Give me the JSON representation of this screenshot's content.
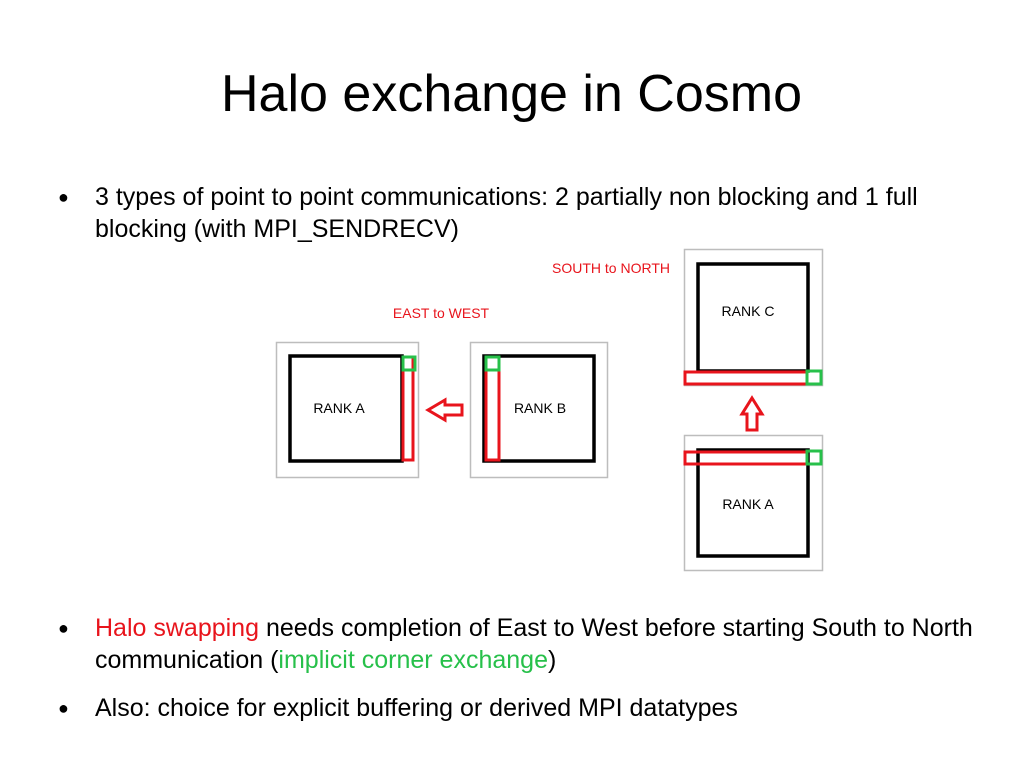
{
  "title": "Halo exchange in Cosmo",
  "bullets": [
    {
      "text": "3 types of point to point communications: 2 partially non blocking and 1 full blocking (with MPI_SENDRECV)"
    },
    {
      "red_part": "Halo swapping",
      "mid_part": " needs completion of East to West before starting South to North communication (",
      "green_part": "implicit corner exchange",
      "end_part": ")"
    },
    {
      "text": "Also: choice for explicit buffering or derived MPI datatypes"
    }
  ],
  "diagram": {
    "east_to_west_label": "EAST to WEST",
    "south_to_north_label": "SOUTH to NORTH",
    "rank_a_left": "RANK A",
    "rank_b": "RANK B",
    "rank_c": "RANK C",
    "rank_a_bottom": "RANK A"
  },
  "colors": {
    "halo_red": "#e8141c",
    "corner_green": "#27c04a",
    "label_red": "#e8141c",
    "frame_gray": "#bdbdbd"
  },
  "bullet_symbol": "●"
}
